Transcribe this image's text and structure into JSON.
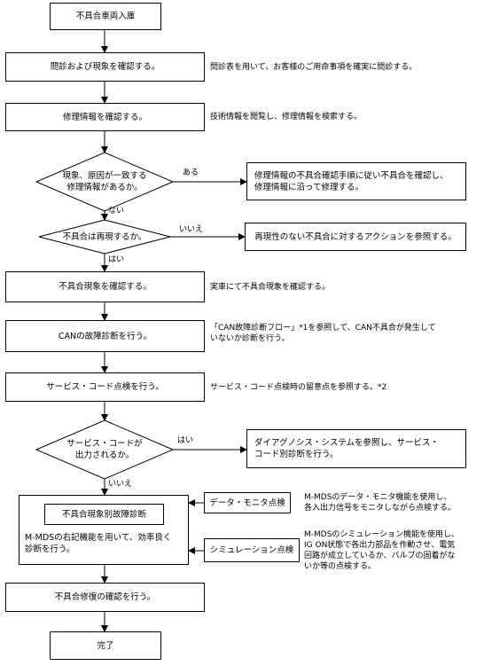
{
  "steps": {
    "start": "不具合車両入庫",
    "interview": "問診および現象を確認する。",
    "repair_info": "修理情報を確認する。",
    "decision_match": [
      "現象、原因が一致する",
      "修理情報があるか。"
    ],
    "decision_reproduce": "不具合は再現するか。",
    "confirm": "不具合現象を確認する。",
    "can": "CANの故障診断を行う。",
    "service_code": "サービス・コード点検を行う。",
    "decision_code": [
      "サービス・コードが",
      "出力されるか。"
    ],
    "diag_title": "不具合現象別故障診断",
    "diag_body": [
      "M-MDSの右記機能を用いて、効率良く",
      "診断を行う。"
    ],
    "data_monitor": "データ・モニタ点検",
    "simulation": "シミュレーション点検",
    "repair_check": "不具合修復の確認を行う。",
    "end": "完了"
  },
  "branch_boxes": {
    "yes_repair": [
      "修理情報の不具合確認手順に従い不具合を確認し、",
      "修理情報に沿って修理する。"
    ],
    "no_reproduce": "再現性のない不具合に対するアクションを参照する。",
    "diagnosis_system": [
      "ダイアグノシス・システムを参照し、サービス・",
      "コード別診断を行う。"
    ]
  },
  "notes": {
    "interview": "問診表を用いて、お客様のご用命事項を確実に問診する。",
    "repair_info": "技術情報を閲覧し、修理情報を検索する。",
    "confirm": "実車にて不具合現象を確認する。",
    "can": [
      "「CAN故障診断フロー」*1を参照して、CAN不具合が発生して",
      "いないか診断を行う。"
    ],
    "service_code": "サービス・コード点検時の留意点を参照する。*2",
    "data_monitor": [
      "M-MDSのデータ・モニタ機能を使用し、",
      "各入出力信号をモニタしながら点検する。"
    ],
    "simulation": [
      "M-MDSのシミュレーション機能を使用し、",
      "IG ON状態で各出力部品を作動させ、電気",
      "回路が成立しているか、バルブの固着がな",
      "いか等の点検する。"
    ]
  },
  "labels": {
    "match_yes": "ある",
    "match_no": "ない",
    "reproduce_no": "いいえ",
    "reproduce_yes": "はい",
    "code_yes": "はい",
    "code_no": "いいえ"
  }
}
